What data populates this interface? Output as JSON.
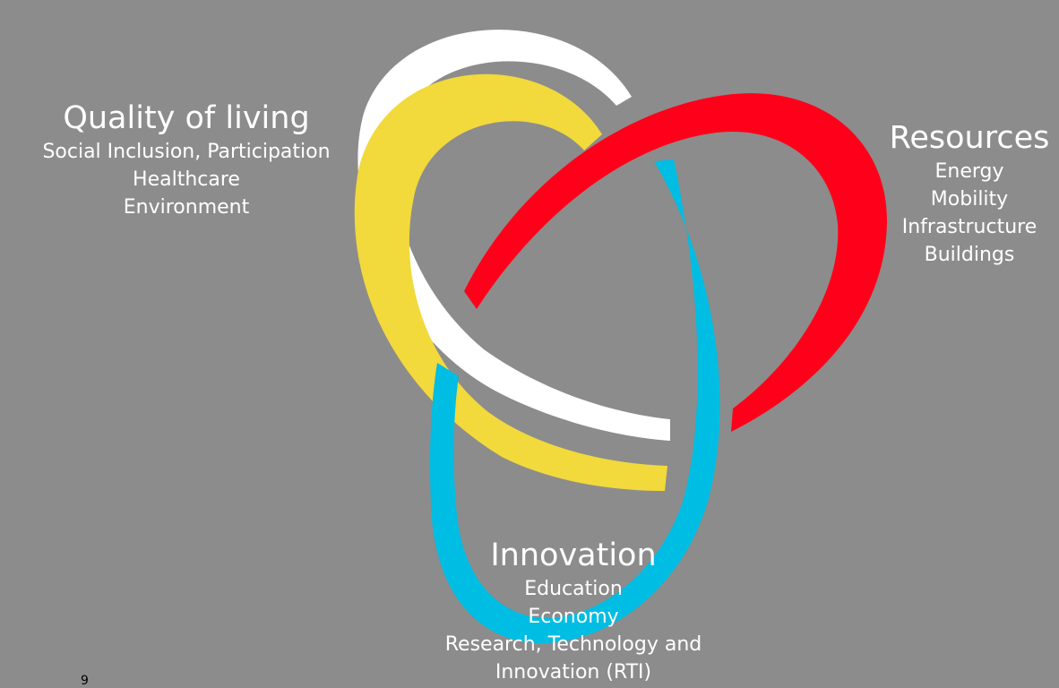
{
  "colors": {
    "background": "#8c8c8c",
    "loop_white": "#ffffff",
    "loop_yellow": "#f2d93c",
    "loop_red": "#ff001a",
    "loop_blue": "#00bde3",
    "text": "#ffffff"
  },
  "quality_of_living": {
    "title": "Quality of living",
    "items": [
      "Social Inclusion, Participation",
      "Healthcare",
      "Environment"
    ]
  },
  "resources": {
    "title": "Resources",
    "items": [
      "Energy",
      "Mobility",
      "Infrastructure",
      "Buildings"
    ]
  },
  "innovation": {
    "title": "Innovation",
    "items": [
      "Education",
      "Economy",
      "Research, Technology and",
      "Innovation (RTI)"
    ]
  },
  "page_number": "9"
}
